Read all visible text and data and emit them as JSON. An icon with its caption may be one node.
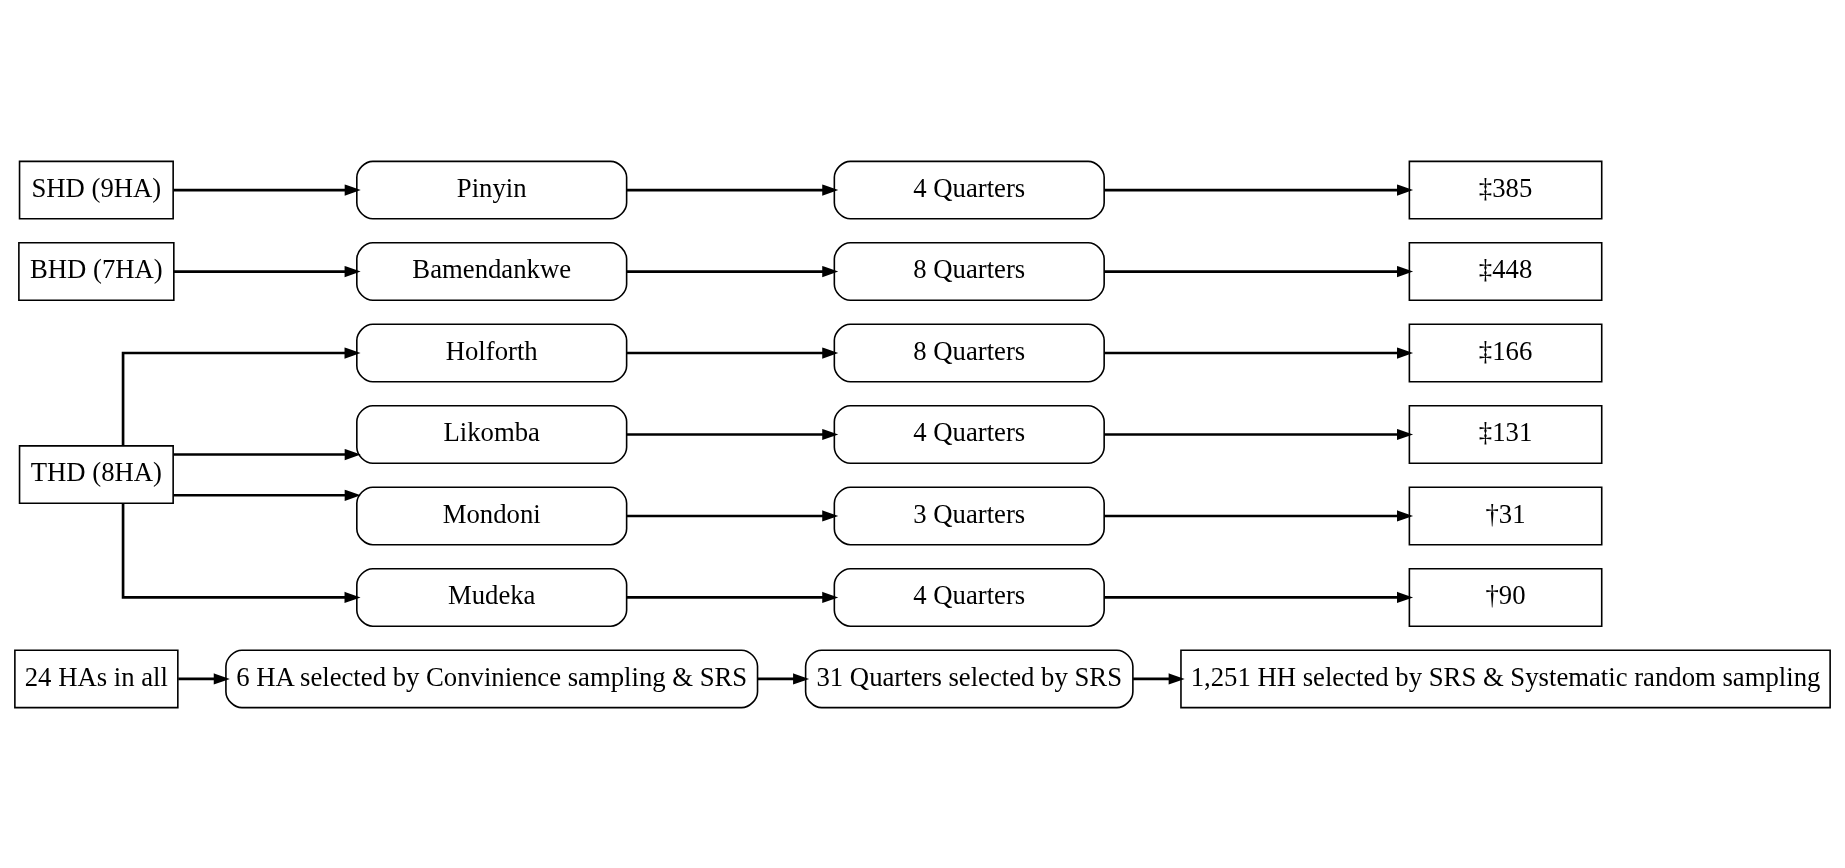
{
  "diagram": {
    "nodes": [
      {
        "text": [
          "SHD (9HA)"
        ]
      },
      {
        "text": [
          "Pinyin"
        ]
      },
      {
        "text": [
          "4 Quarters"
        ]
      },
      {
        "text": [
          "‡385"
        ]
      },
      {
        "text": [
          "BHD (7HA)"
        ]
      },
      {
        "text": [
          "Bamendankwe"
        ]
      },
      {
        "text": [
          "8 Quarters"
        ]
      },
      {
        "text": [
          "‡448"
        ]
      },
      {
        "text": [
          "Holforth"
        ]
      },
      {
        "text": [
          "8 Quarters"
        ]
      },
      {
        "text": [
          "‡166"
        ]
      },
      {
        "text": [
          "Likomba"
        ]
      },
      {
        "text": [
          "4 Quarters"
        ]
      },
      {
        "text": [
          "‡131"
        ]
      },
      {
        "text": [
          "THD (8HA)"
        ]
      },
      {
        "text": [
          "Mondoni"
        ]
      },
      {
        "text": [
          "3 Quarters"
        ]
      },
      {
        "text": [
          "†31"
        ]
      },
      {
        "text": [
          "Mudeka"
        ]
      },
      {
        "text": [
          "4 Quarters"
        ]
      },
      {
        "text": [
          "†90"
        ]
      },
      {
        "text": [
          "24 HAs in all"
        ]
      },
      {
        "text": [
          "6 HA selected by Convinience sampling & SRS"
        ]
      },
      {
        "text": [
          "31 Quarters selected by SRS"
        ]
      },
      {
        "text": [
          "1,251 HH selected by SRS & Systematic random sampling"
        ]
      }
    ],
    "edges": [
      {
        "from": 0,
        "to": 1,
        "arrow": "to"
      },
      {
        "from": 1,
        "to": 2,
        "arrow": "to"
      },
      {
        "from": 2,
        "to": 3,
        "arrow": "to"
      },
      {
        "from": 4,
        "to": 5,
        "arrow": "to"
      },
      {
        "from": 5,
        "to": 6,
        "arrow": "to"
      },
      {
        "from": 6,
        "to": 7,
        "arrow": "to"
      },
      {
        "from": 14,
        "to": 8,
        "arrow": "to"
      },
      {
        "from": 8,
        "to": 9,
        "arrow": "to"
      },
      {
        "from": 9,
        "to": 10,
        "arrow": "to"
      },
      {
        "from": 14,
        "to": 11,
        "arrow": "to"
      },
      {
        "from": 11,
        "to": 12,
        "arrow": "to"
      },
      {
        "from": 12,
        "to": 13,
        "arrow": "to"
      },
      {
        "from": 14,
        "to": 15,
        "arrow": "to"
      },
      {
        "from": 15,
        "to": 16,
        "arrow": "to"
      },
      {
        "from": 16,
        "to": 17,
        "arrow": "to"
      },
      {
        "from": 14,
        "to": 18,
        "arrow": "to"
      },
      {
        "from": 18,
        "to": 19,
        "arrow": "to"
      },
      {
        "from": 19,
        "to": 20,
        "arrow": "to"
      },
      {
        "from": 21,
        "to": 22,
        "arrow": "to"
      },
      {
        "from": 22,
        "to": 23,
        "arrow": "to"
      },
      {
        "from": 23,
        "to": 24,
        "arrow": "to"
      }
    ]
  }
}
